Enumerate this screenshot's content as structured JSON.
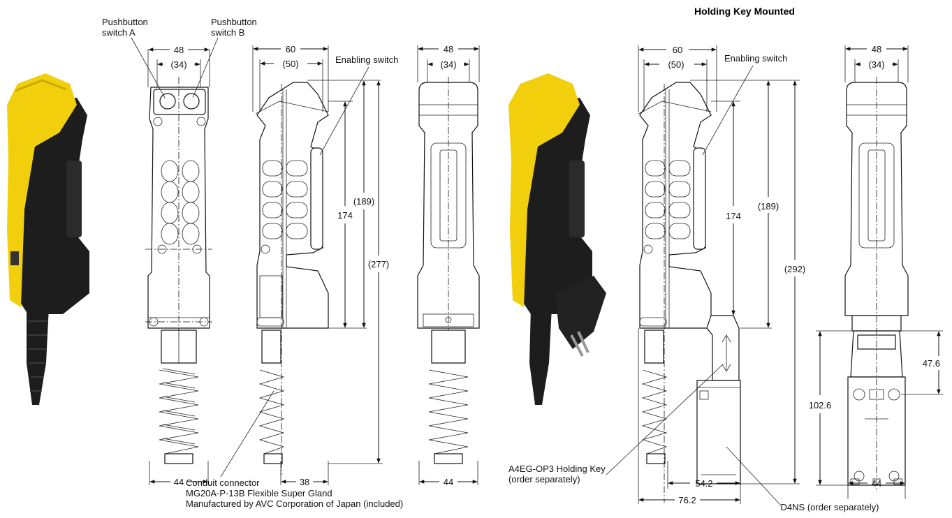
{
  "title": "Holding Key Mounted",
  "callouts": {
    "pushbutton_a": [
      "Pushbutton",
      "switch A"
    ],
    "pushbutton_b": [
      "Pushbutton",
      "switch B"
    ],
    "enabling_1": "Enabling switch",
    "enabling_2": "Enabling switch",
    "conduit": [
      "Conduit connector",
      "MG20A-P-13B Flexible Super Gland",
      "Manufactured by AVC Corporation of Japan (included)"
    ],
    "holding_key": [
      "A4EG-OP3 Holding Key",
      "(order separately)"
    ],
    "d4ns": "D4NS (order separately)"
  },
  "dims": {
    "v1_width": "48",
    "v1_inner": "(34)",
    "v1_bottom": "44",
    "v2_width": "60",
    "v2_inner": "(50)",
    "v2_h174": "174",
    "v2_h189": "(189)",
    "v2_h277": "(277)",
    "v2_bottom": "38",
    "v3_width": "48",
    "v3_inner": "(34)",
    "v3_bottom": "44",
    "v4_width": "60",
    "v4_inner": "(50)",
    "v4_h174": "174",
    "v4_h189": "(189)",
    "v4_h292": "(292)",
    "v4_d54": "54.2",
    "v4_d76": "76.2",
    "v5_width": "48",
    "v5_inner": "(34)",
    "v5_h476": "47.6",
    "v5_h1026": "102.6",
    "v5_bottom": "44"
  },
  "colors": {
    "yellow": "#f2cf0c",
    "black": "#1d1d1d",
    "outline": "#111111"
  }
}
